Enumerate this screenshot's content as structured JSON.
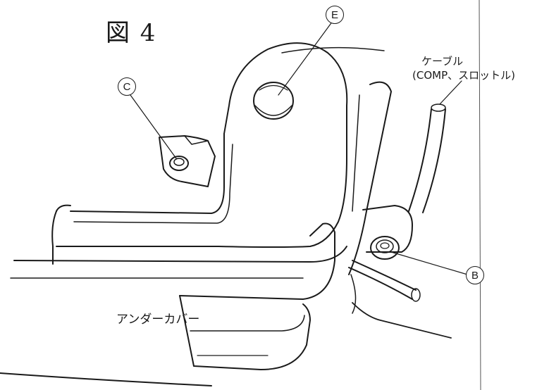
{
  "figure": {
    "title": "図 4"
  },
  "callouts": {
    "c": "C",
    "e": "E",
    "b": "B"
  },
  "labels": {
    "cable_line1": "ケーブル",
    "cable_line2": "(COMP、スロットル)",
    "under_cover": "アンダーカバー"
  },
  "colors": {
    "ink": "#1a1a1a",
    "paper": "#ffffff"
  }
}
